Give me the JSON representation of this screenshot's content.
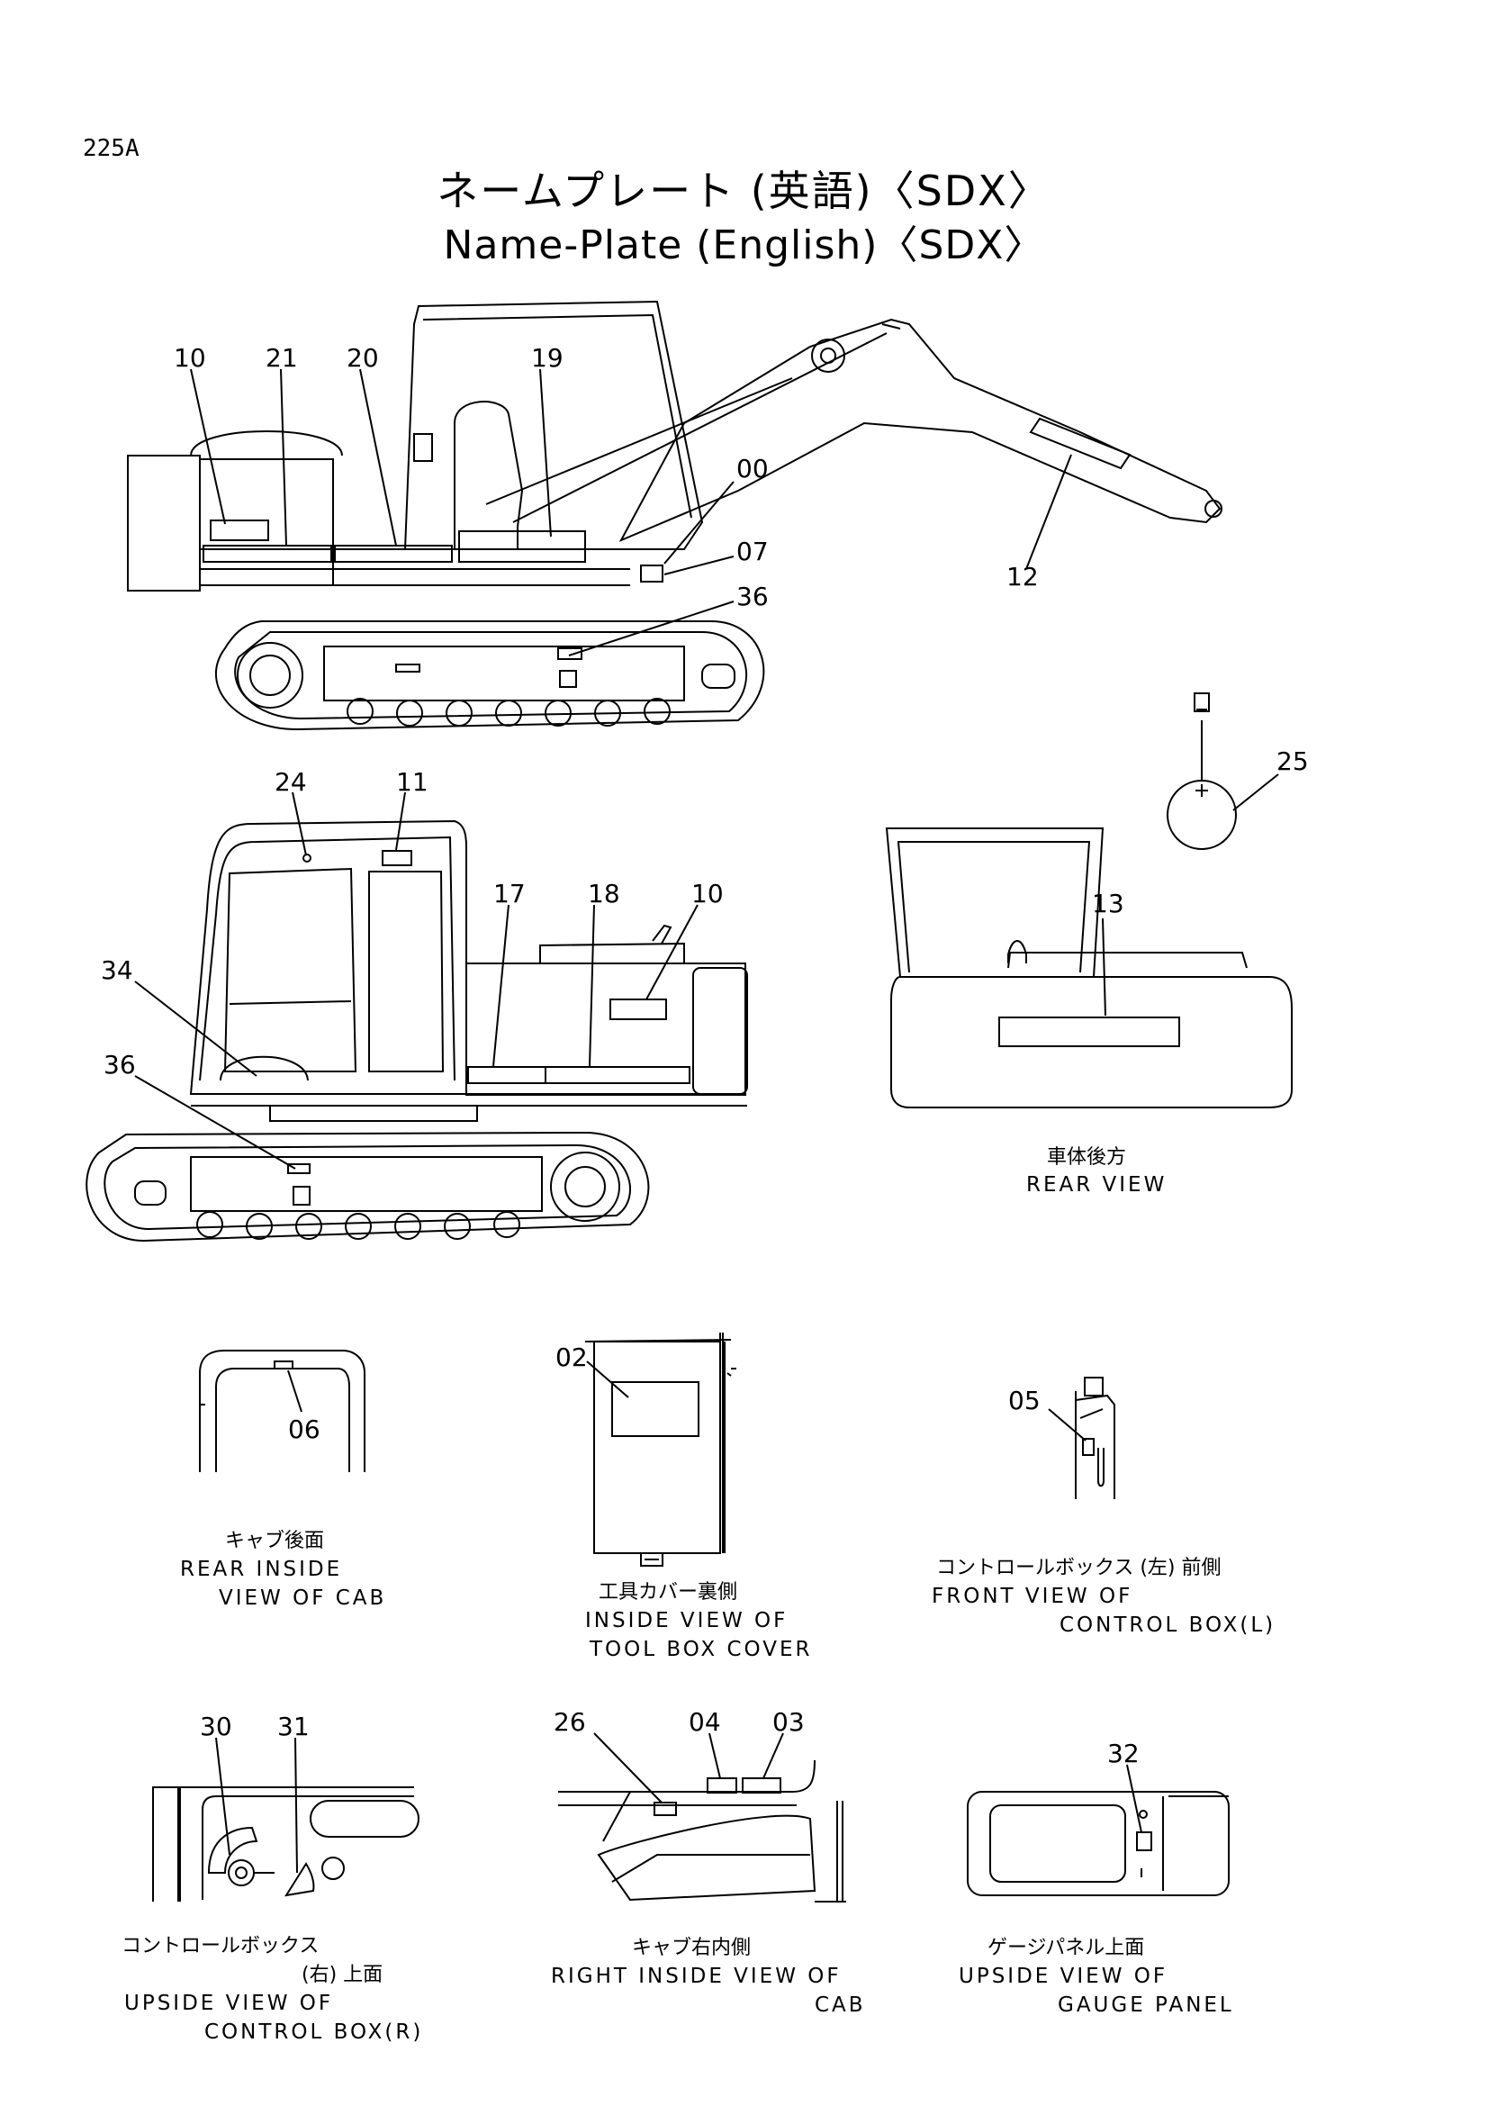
{
  "page_number": "225A",
  "title": {
    "japanese": "ネームプレート (英語)〈SDX〉",
    "english": "Name-Plate (English)〈SDX〉"
  },
  "callouts": {
    "side_left": [
      "10",
      "21",
      "20",
      "19",
      "00",
      "07",
      "36",
      "12"
    ],
    "side_right": [
      "24",
      "11",
      "17",
      "18",
      "10",
      "34",
      "36"
    ],
    "rear": [
      "25",
      "13"
    ],
    "cab_rear": [
      "06"
    ],
    "toolbox": [
      "02"
    ],
    "ctrl_left": [
      "05"
    ],
    "ctrl_right": [
      "30",
      "31"
    ],
    "cab_right": [
      "26",
      "04",
      "03"
    ],
    "gauge": [
      "32"
    ]
  },
  "views": {
    "rear": {
      "jp": "車体後方",
      "en": [
        "REAR VIEW"
      ]
    },
    "cab_rear": {
      "jp": "キャブ後面",
      "en": [
        "REAR INSIDE",
        "VIEW OF CAB"
      ]
    },
    "toolbox": {
      "jp": "工具カバー裏側",
      "en": [
        "INSIDE VIEW OF",
        "TOOL BOX COVER"
      ]
    },
    "ctrl_left": {
      "jp": "コントロールボックス (左) 前側",
      "en": [
        "FRONT VIEW OF",
        "CONTROL BOX(L)"
      ]
    },
    "ctrl_right": {
      "jp": [
        "コントロールボックス",
        "(右) 上面"
      ],
      "en": [
        "UPSIDE VIEW OF",
        "CONTROL BOX(R)"
      ]
    },
    "cab_right": {
      "jp": "キャブ右内側",
      "en": [
        "RIGHT INSIDE VIEW OF",
        "CAB"
      ]
    },
    "gauge": {
      "jp": "ゲージパネル上面",
      "en": [
        "UPSIDE VIEW OF",
        "GAUGE PANEL"
      ]
    }
  }
}
